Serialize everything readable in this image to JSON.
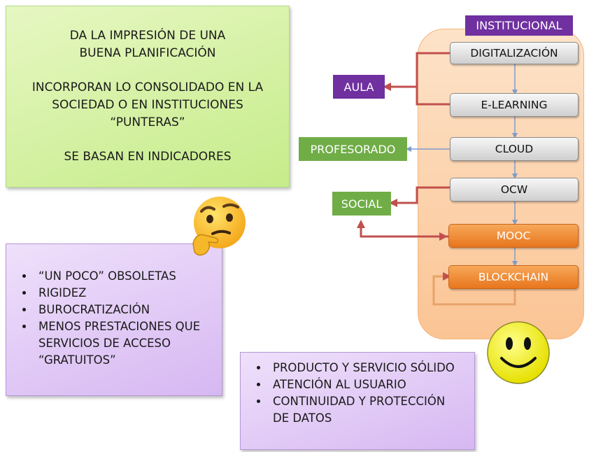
{
  "green_box": {
    "lines": [
      "DA LA IMPRESIÓN DE UNA BUENA PLANIFICACIÓN",
      "INCORPORAN LO CONSOLIDADO EN LA SOCIEDAD O EN INSTITUCIONES “PUNTERAS”",
      "SE BASAN EN INDICADORES"
    ]
  },
  "negatives": {
    "items": [
      "“UN POCO” OBSOLETAS",
      "RIGIDEZ",
      "BUROCRATIZACIÓN",
      "MENOS PRESTACIONES QUE SERVICIOS DE ACCESO “GRATUITOS”"
    ]
  },
  "positives": {
    "items": [
      "PRODUCTO Y SERVICIO SÓLIDO",
      "ATENCIÓN AL USUARIO",
      "CONTINUIDAD Y PROTECCIÓN DE DATOS"
    ]
  },
  "institucional": {
    "label": "INSTITUCIONAL"
  },
  "flow": {
    "nodes": [
      "DIGITALIZACIÓN",
      "E-LEARNING",
      "CLOUD",
      "OCW",
      "MOOC",
      "BLOCKCHAIN"
    ]
  },
  "external": {
    "aula": "AULA",
    "profesorado": "PROFESORADO",
    "social": "SOCIAL"
  },
  "icons": {
    "thinking": "thinking-face-icon",
    "smiley": "smiley-face-icon"
  },
  "colors": {
    "green_box": "#c6ec8a",
    "purple_box": "#d6b8f2",
    "institucional_header": "#7030a0",
    "aula": "#7030a0",
    "profesorado": "#70ad47",
    "social": "#70ad47",
    "red_arrow": "#c0504d",
    "blue_arrow": "#7f9ccb",
    "orange_node": "#e8761d"
  }
}
